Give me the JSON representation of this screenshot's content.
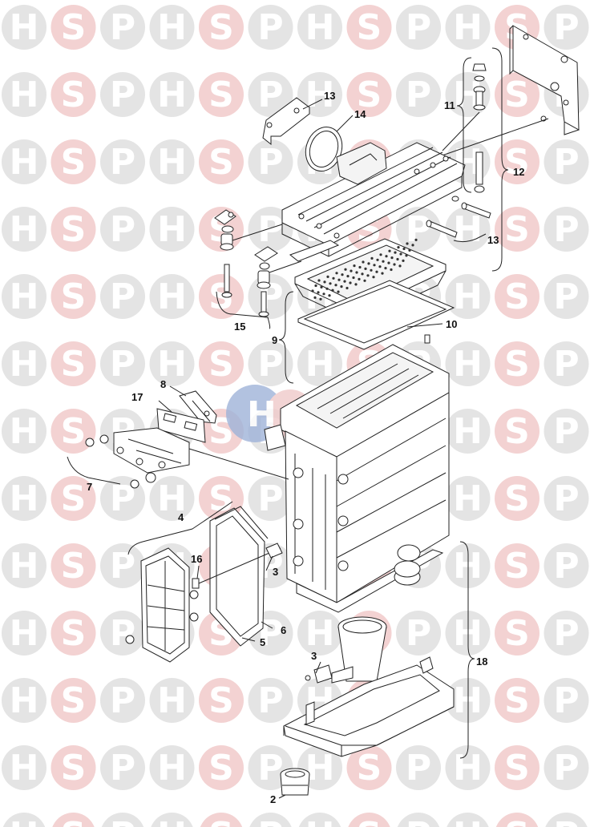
{
  "watermark": {
    "letters": [
      "H",
      "S",
      "P"
    ],
    "colors": {
      "H": "#e4e4e4",
      "S": "#f3d2d2",
      "P": "#e4e4e4",
      "S_text": "#ffffff",
      "HP_text": "#ffffff"
    },
    "center_logo_letter": "H",
    "center_logo_color": "#9fb3d9"
  },
  "callouts": [
    {
      "id": "2",
      "text": "2"
    },
    {
      "id": "3a",
      "text": "3"
    },
    {
      "id": "3b",
      "text": "3"
    },
    {
      "id": "4",
      "text": "4"
    },
    {
      "id": "5",
      "text": "5"
    },
    {
      "id": "6",
      "text": "6"
    },
    {
      "id": "7",
      "text": "7"
    },
    {
      "id": "8",
      "text": "8"
    },
    {
      "id": "9",
      "text": "9"
    },
    {
      "id": "10",
      "text": "10"
    },
    {
      "id": "11",
      "text": "11"
    },
    {
      "id": "12",
      "text": "12"
    },
    {
      "id": "13a",
      "text": "13"
    },
    {
      "id": "13b",
      "text": "13"
    },
    {
      "id": "14",
      "text": "14"
    },
    {
      "id": "15",
      "text": "15"
    },
    {
      "id": "16",
      "text": "16"
    },
    {
      "id": "17",
      "text": "17"
    },
    {
      "id": "18",
      "text": "18"
    }
  ]
}
